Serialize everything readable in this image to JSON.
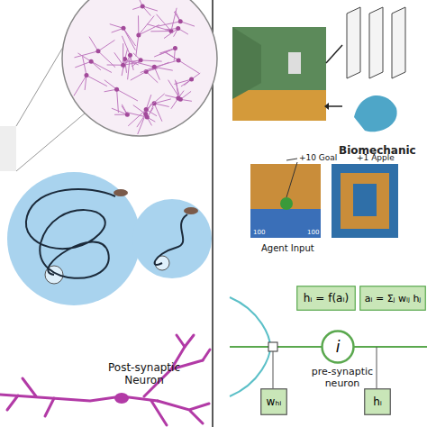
{
  "diagram": {
    "nodes": [
      {
        "text": [
          "hᵢ = f(aᵢ)"
        ]
      },
      {
        "text": [
          "aᵢ = Σⱼ wᵢⱼ hⱼ"
        ]
      },
      {
        "text": [
          "i"
        ]
      },
      {
        "text": [
          "wₕᵢ"
        ]
      },
      {
        "text": [
          "hᵢ"
        ]
      }
    ],
    "labels": [
      "Biomechanic",
      "+10 Goal",
      "+1 Apple",
      "100",
      "100",
      "Agent Input",
      "Post-synaptic Neuron",
      "pre-synaptic neuron"
    ]
  }
}
